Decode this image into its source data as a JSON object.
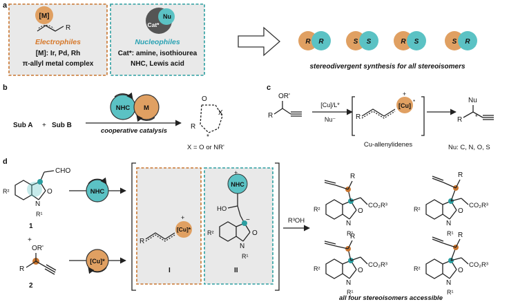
{
  "colors": {
    "orange": "#e0a062",
    "orange_dark": "#c8742e",
    "teal": "#5bc2c4",
    "teal_dark": "#2b9ea0",
    "box_gray": "#e9e9e9",
    "dark_circle": "#555555",
    "italic_orange": "#d6782a",
    "italic_teal": "#2aa2b3"
  },
  "panel_a": {
    "label": "a",
    "electrophile_metal": "[M]",
    "electrophile_R": "R",
    "electrophiles_title": "Electrophiles",
    "electrophiles_line1": "[M]: Ir, Pd, Rh",
    "electrophiles_line2": "π-allyl metal complex",
    "nucleophile_cat": "Cat*",
    "nucleophile_nu": "Nu",
    "nucleophiles_title": "Nucleophiles",
    "nucleophiles_line1": "Cat*: amine, isothiourea",
    "nucleophiles_line2": "NHC, Lewis acid",
    "pairs": [
      [
        "R",
        "R"
      ],
      [
        "S",
        "S"
      ],
      [
        "R",
        "S"
      ],
      [
        "S",
        "R"
      ]
    ],
    "caption": "stereodivergent synthesis for all stereoisomers"
  },
  "panel_b": {
    "label": "b",
    "sub_a": "Sub A",
    "plus": "+",
    "sub_b": "Sub B",
    "nhc": "NHC",
    "metal": "M",
    "arrow_caption": "cooperative catalysis",
    "prod_O": "O",
    "prod_X": "X",
    "prod_R": "R",
    "prod_star": "*",
    "note": "X = O or NR'"
  },
  "panel_c": {
    "label": "c",
    "sm_OR": "OR'",
    "sm_R": "R",
    "reagent_top": "[Cu]/L*",
    "reagent_bottom": "Nu⁻",
    "cu": "[Cu]",
    "cu_charge": "+",
    "cu_star": "*",
    "bracket_label": "Cu-allenylidenes",
    "prod_Nu": "Nu",
    "prod_R": "R",
    "prod_star": "*",
    "note": "Nu: C, N, O, S"
  },
  "panel_d": {
    "label": "d",
    "cpd1_cho": "CHO",
    "cpd1_R2": "R²",
    "cpd1_O": "O",
    "cpd1_N": "N",
    "cpd1_R1": "R¹",
    "cpd1_num": "1",
    "plus": "+",
    "cpd2_OR": "OR'",
    "cpd2_R": "R",
    "cpd2_num": "2",
    "nhc": "NHC",
    "cu": "[Cu]*",
    "int1_R": "R",
    "int1_cu": "[Cu]*",
    "int1_plus": "+",
    "int1_label": "I",
    "int2_nhc": "NHC",
    "int2_plus": "+",
    "int2_HO": "HO",
    "int2_R2": "R²",
    "int2_O": "O",
    "int2_N": "N",
    "int2_R1": "R¹",
    "int2_minus": "−",
    "int2_label": "II",
    "reagent": "R³OH",
    "prod_R": "R",
    "prod_ester": "CO₂R³",
    "prod_R2": "R²",
    "prod_O": "O",
    "prod_N": "N",
    "prod_R1": "R¹",
    "caption": "all four stereoisomers accessible"
  }
}
